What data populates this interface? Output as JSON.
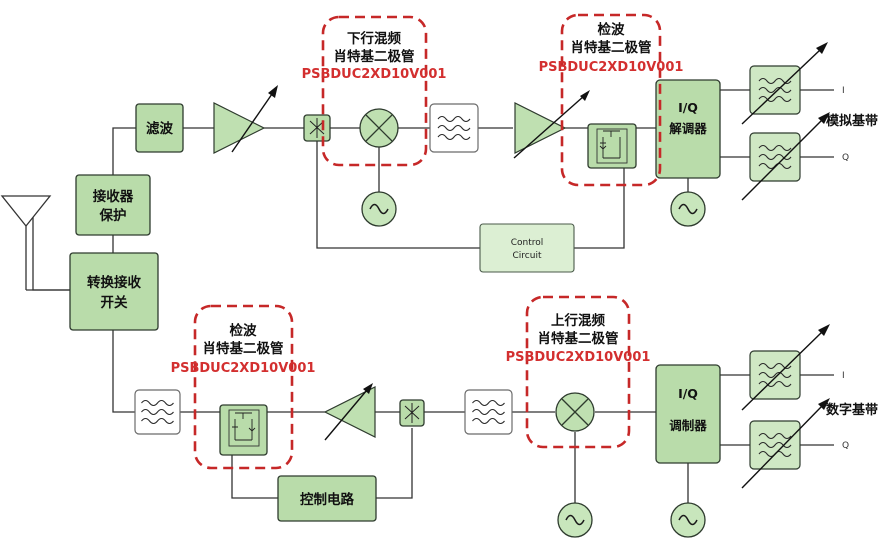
{
  "blocks": {
    "filter_rx": "滤波",
    "rx_protect": [
      "接收器",
      "保护"
    ],
    "tx_rx_switch": [
      "转换接收",
      "开关"
    ],
    "control_circuit_rx": [
      "Control",
      "Circuit"
    ],
    "demod": [
      "I/Q",
      "解调器"
    ],
    "mod": [
      "I/Q",
      "调制器"
    ],
    "control_circuit_tx": "控制电路"
  },
  "callouts": {
    "rx_mixer": [
      "下行混频",
      "肖特基二极管",
      "PSBDUC2XD10V001"
    ],
    "rx_detector": [
      "检波",
      "肖特基二极管",
      "PSBDUC2XD10V001"
    ],
    "tx_detector": [
      "检波",
      "肖特基二极管",
      "PSBDUC2XD10V001"
    ],
    "tx_mixer": [
      "上行混频",
      "肖特基二极管",
      "PSBDUC2XD10V001"
    ]
  },
  "outputs": {
    "rx_i": "I",
    "rx_q": "Q",
    "tx_i": "I",
    "tx_q": "Q",
    "rx_band": "模拟基带",
    "tx_band": "数字基带"
  },
  "colors": {
    "block_fill": "#b9dcaa",
    "block_light": "#dcefd3",
    "callout_red": "#c62828",
    "part_number_red": "#d32f2f"
  }
}
